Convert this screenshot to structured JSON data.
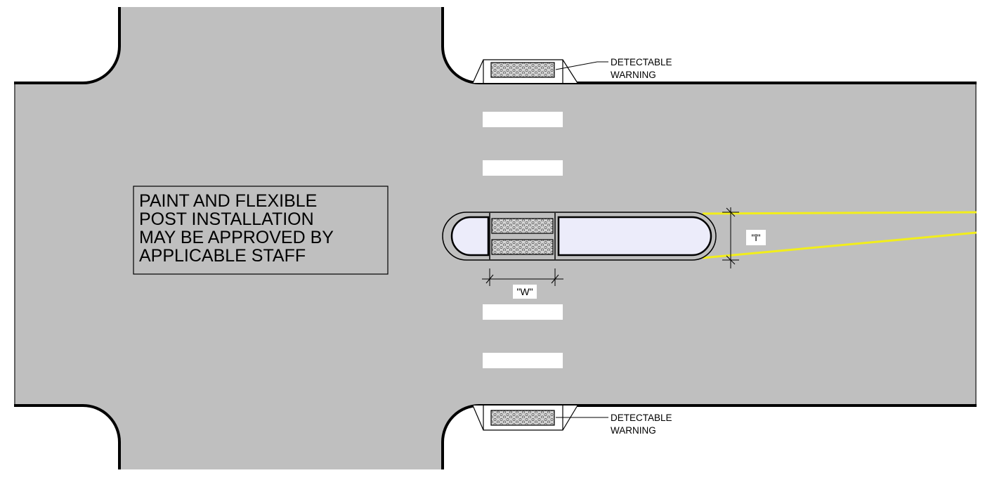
{
  "note": {
    "lines": [
      "PAINT AND FLEXIBLE",
      "POST INSTALLATION",
      "MAY BE APPROVED BY",
      "APPLICABLE STAFF"
    ]
  },
  "callouts": {
    "top": {
      "line1": "DETECTABLE",
      "line2": "WARNING"
    },
    "bottom": {
      "line1": "DETECTABLE",
      "line2": "WARNING"
    }
  },
  "dimensions": {
    "width_label": "\"W\"",
    "length_label": "\"l\""
  },
  "colors": {
    "pavement": "#bfbfbf",
    "curb": "#000000",
    "marking_white": "#ffffff",
    "centerline_yellow": "#f2ee1b",
    "island_fill": "#ececfa",
    "warning_fill": "#d4d4d4",
    "page_background": "#ffffff"
  }
}
